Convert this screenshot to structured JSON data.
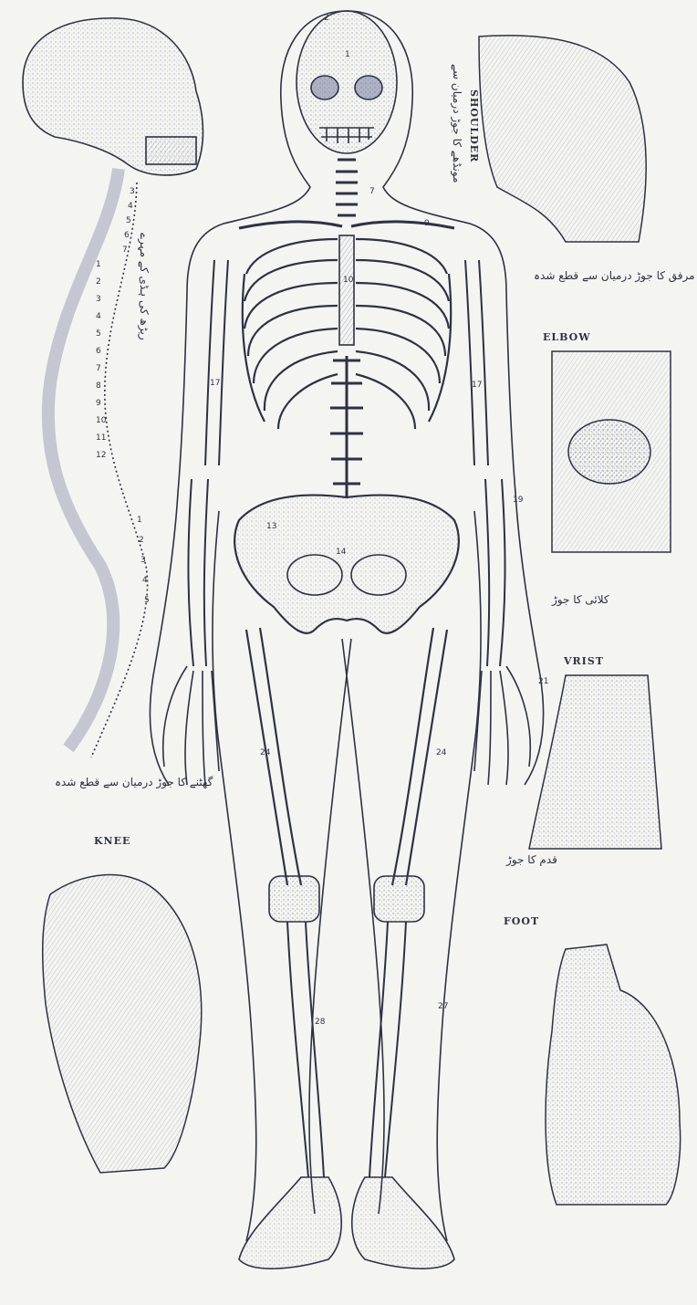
{
  "labels": {
    "shoulder": "SHOULDER",
    "elbow": "ELBOW",
    "wrist": "VRIST",
    "knee": "KNEE",
    "foot": "FOOT"
  },
  "urdu": {
    "shoulder": "مونڈھے کا جوڑ درمیان سے",
    "spine": "ریڑھ کی ہڈی کے مہرے",
    "elbow": "مرفق کا جوڑ درمیان سے قطع شدہ",
    "wrist": "کلائی کا جوڑ",
    "knee": "گھٹنے کا جوڑ درمیان سے قطع شدہ",
    "foot": "قدم کا جوڑ"
  },
  "numbers": {
    "skull_top": "2",
    "skull": "1",
    "neck": "7",
    "clavicle": "9",
    "sternum": "10",
    "humerus_l": "17",
    "humerus_r": "17",
    "radius": "19",
    "hand": "21",
    "pelvis": "13",
    "sacrum": "14",
    "femur_l": "24",
    "femur_r": "24",
    "tibia_l": "28",
    "tibia_r": "27",
    "spine_c": [
      "3",
      "4",
      "5",
      "6",
      "7"
    ],
    "spine_t": [
      "1",
      "2",
      "3",
      "4",
      "5",
      "6",
      "7",
      "8",
      "9",
      "10",
      "11",
      "12"
    ],
    "spine_l": [
      "1",
      "2",
      "3",
      "4",
      "5"
    ]
  }
}
